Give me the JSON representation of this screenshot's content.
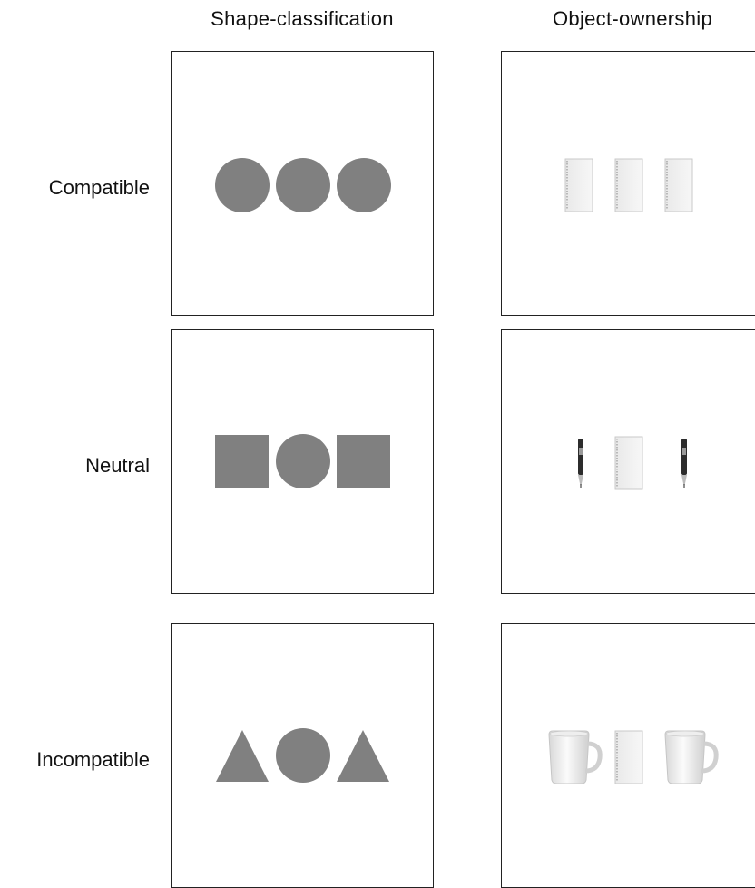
{
  "columns": {
    "shape": "Shape-classification",
    "object": "Object-ownership"
  },
  "rows": {
    "compatible": "Compatible",
    "neutral": "Neutral",
    "incompatible": "Incompatible"
  },
  "stimuli": {
    "shape_compatible": [
      "circle",
      "circle",
      "circle"
    ],
    "shape_neutral": [
      "square",
      "circle",
      "square"
    ],
    "shape_incompatible": [
      "triangle",
      "circle",
      "triangle"
    ],
    "object_compatible": [
      "notebook-icon",
      "notebook-icon",
      "notebook-icon"
    ],
    "object_neutral": [
      "pen-icon",
      "notebook-icon",
      "pen-icon"
    ],
    "object_incompatible": [
      "mug-icon",
      "notebook-icon",
      "mug-icon"
    ]
  },
  "colors": {
    "shape_fill": "#808080",
    "panel_border": "#222222"
  }
}
